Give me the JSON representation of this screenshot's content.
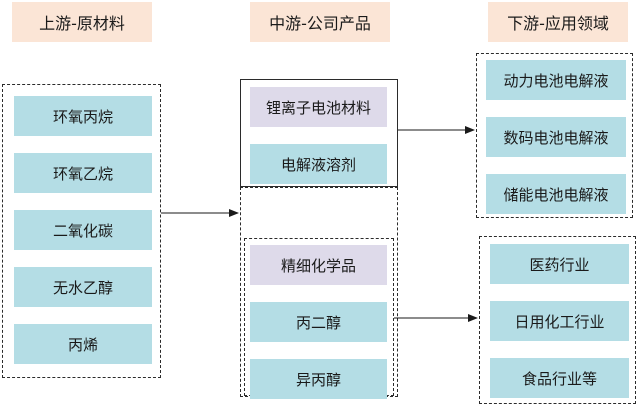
{
  "headers": {
    "upstream": "上游-原材料",
    "midstream": "中游-公司产品",
    "downstream": "下游-应用领域"
  },
  "upstream_items": [
    "环氧丙烷",
    "环氧乙烷",
    "二氧化碳",
    "无水乙醇",
    "丙烯"
  ],
  "midstream_top": [
    "锂离子电池材料",
    "电解液溶剂"
  ],
  "midstream_bottom": [
    "精细化学品",
    "丙二醇",
    "异丙醇"
  ],
  "downstream_top": [
    "动力电池电解液",
    "数码电池电解液",
    "储能电池电解液"
  ],
  "downstream_bottom": [
    "医药行业",
    "日用化工行业",
    "食品行业等"
  ],
  "colors": {
    "header_bg": "#fbe5d6",
    "item_blue": "#b4dde5",
    "item_lavender": "#dedaea"
  }
}
